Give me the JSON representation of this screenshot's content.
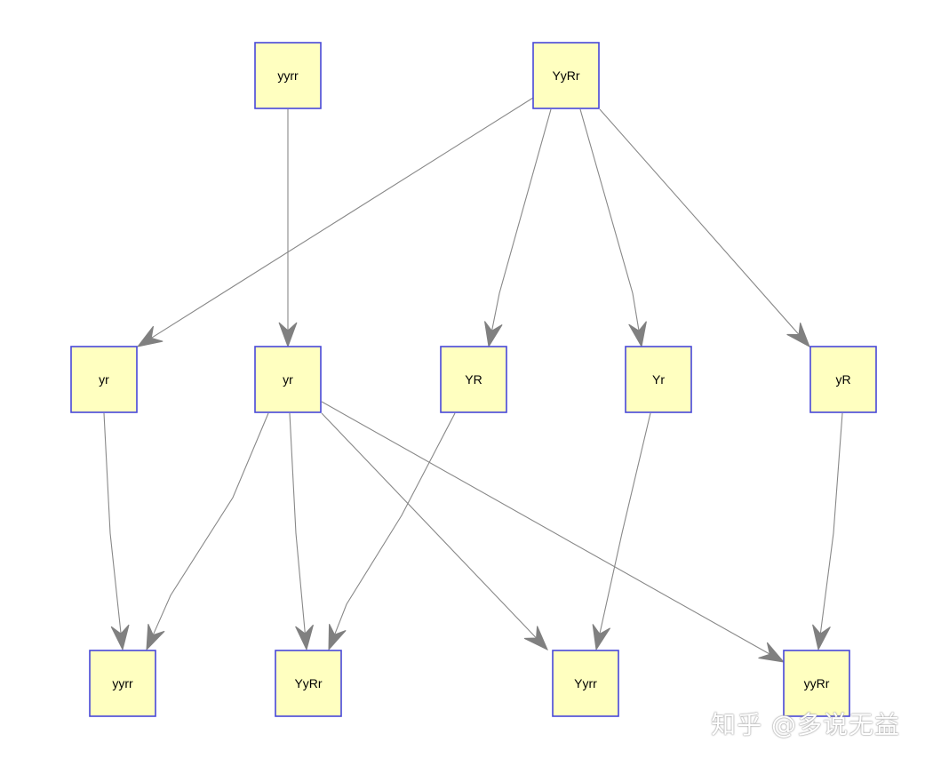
{
  "diagram": {
    "nodes": [
      {
        "id": "n_top_yyrr",
        "label": "yyrr"
      },
      {
        "id": "n_top_YyRr",
        "label": "YyRr"
      },
      {
        "id": "n_mid_yr1",
        "label": "yr"
      },
      {
        "id": "n_mid_yr2",
        "label": "yr"
      },
      {
        "id": "n_mid_YR",
        "label": "YR"
      },
      {
        "id": "n_mid_Yr",
        "label": "Yr"
      },
      {
        "id": "n_mid_yR",
        "label": "yR"
      },
      {
        "id": "n_bot_yyrr",
        "label": "yyrr"
      },
      {
        "id": "n_bot_YyRr",
        "label": "YyRr"
      },
      {
        "id": "n_bot_Yyrr",
        "label": "Yyrr"
      },
      {
        "id": "n_bot_yyRr",
        "label": "yyRr"
      }
    ],
    "edges": [
      {
        "from": "n_top_yyrr",
        "to": "n_mid_yr2"
      },
      {
        "from": "n_top_YyRr",
        "to": "n_mid_yr1"
      },
      {
        "from": "n_top_YyRr",
        "to": "n_mid_YR"
      },
      {
        "from": "n_top_YyRr",
        "to": "n_mid_Yr"
      },
      {
        "from": "n_top_YyRr",
        "to": "n_mid_yR"
      },
      {
        "from": "n_mid_yr1",
        "to": "n_bot_yyrr"
      },
      {
        "from": "n_mid_yr2",
        "to": "n_bot_yyrr"
      },
      {
        "from": "n_mid_yr2",
        "to": "n_bot_YyRr"
      },
      {
        "from": "n_mid_yr2",
        "to": "n_bot_Yyrr"
      },
      {
        "from": "n_mid_yr2",
        "to": "n_bot_yyRr"
      },
      {
        "from": "n_mid_YR",
        "to": "n_bot_YyRr"
      },
      {
        "from": "n_mid_Yr",
        "to": "n_bot_Yyrr"
      },
      {
        "from": "n_mid_yR",
        "to": "n_bot_yyRr"
      }
    ]
  },
  "colors": {
    "node_fill": "#ffffc0",
    "node_border": "#4848d8",
    "edge": "#888888"
  },
  "watermark": "知乎 @多说无益"
}
